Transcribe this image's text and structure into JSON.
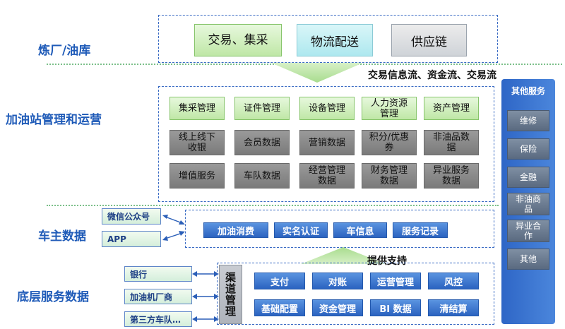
{
  "lanes": {
    "refinery": "炼厂/油库",
    "station": "加油站管理和运营",
    "owner": "车主数据",
    "base": "底层服务数据"
  },
  "refinery_boxes": [
    "交易、集采",
    "物流配送",
    "供应链"
  ],
  "flow_note": "交易信息流、资金流、交易流",
  "station_modules": [
    "集采管理",
    "证件管理",
    "设备管理",
    "人力资源管理",
    "资产管理"
  ],
  "station_data_row1": [
    "线上线下收银",
    "会员数据",
    "营销数据",
    "积分/优惠券",
    "非油品数据"
  ],
  "station_data_row2": [
    "增值服务",
    "车队数据",
    "经营管理数据",
    "财务管理数据",
    "异业服务数据"
  ],
  "owner_channels": [
    "微信公众号",
    "APP"
  ],
  "owner_items": [
    "加油消费",
    "实名认证",
    "车信息",
    "服务记录"
  ],
  "support_note": "提供支持",
  "base_partners": [
    "银行",
    "加油机厂商",
    "第三方车队…"
  ],
  "channel_mgmt": "渠道管理",
  "base_row1": [
    "支付",
    "对账",
    "运营管理",
    "风控"
  ],
  "base_row2": [
    "基础配置",
    "资金管理",
    "BI 数据",
    "清结算"
  ],
  "other_services": {
    "title": "其他服务",
    "items": [
      "维修",
      "保险",
      "金融",
      "非油商品",
      "异业合作",
      "其他"
    ]
  }
}
